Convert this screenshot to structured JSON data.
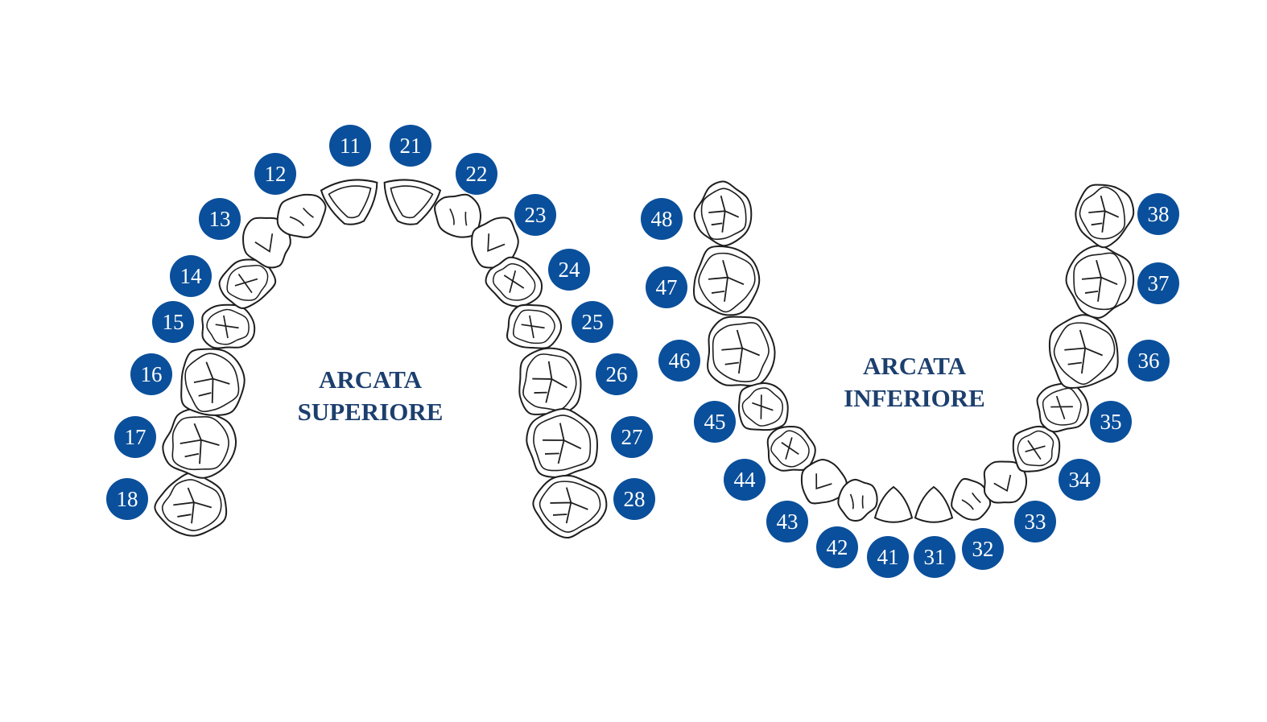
{
  "labels": {
    "upper": {
      "line1": "ARCATA",
      "line2": "SUPERIORE"
    },
    "lower": {
      "line1": "ARCATA",
      "line2": "INFERIORE"
    }
  },
  "colors": {
    "badge": "#0a4f9b",
    "outline": "#1e1e1e",
    "label": "#1c3f6e"
  },
  "upper_teeth": [
    "18",
    "17",
    "16",
    "15",
    "14",
    "13",
    "12",
    "11",
    "21",
    "22",
    "23",
    "24",
    "25",
    "26",
    "27",
    "28"
  ],
  "lower_teeth": [
    "48",
    "47",
    "46",
    "45",
    "44",
    "43",
    "42",
    "41",
    "31",
    "32",
    "33",
    "34",
    "35",
    "36",
    "37",
    "38"
  ]
}
